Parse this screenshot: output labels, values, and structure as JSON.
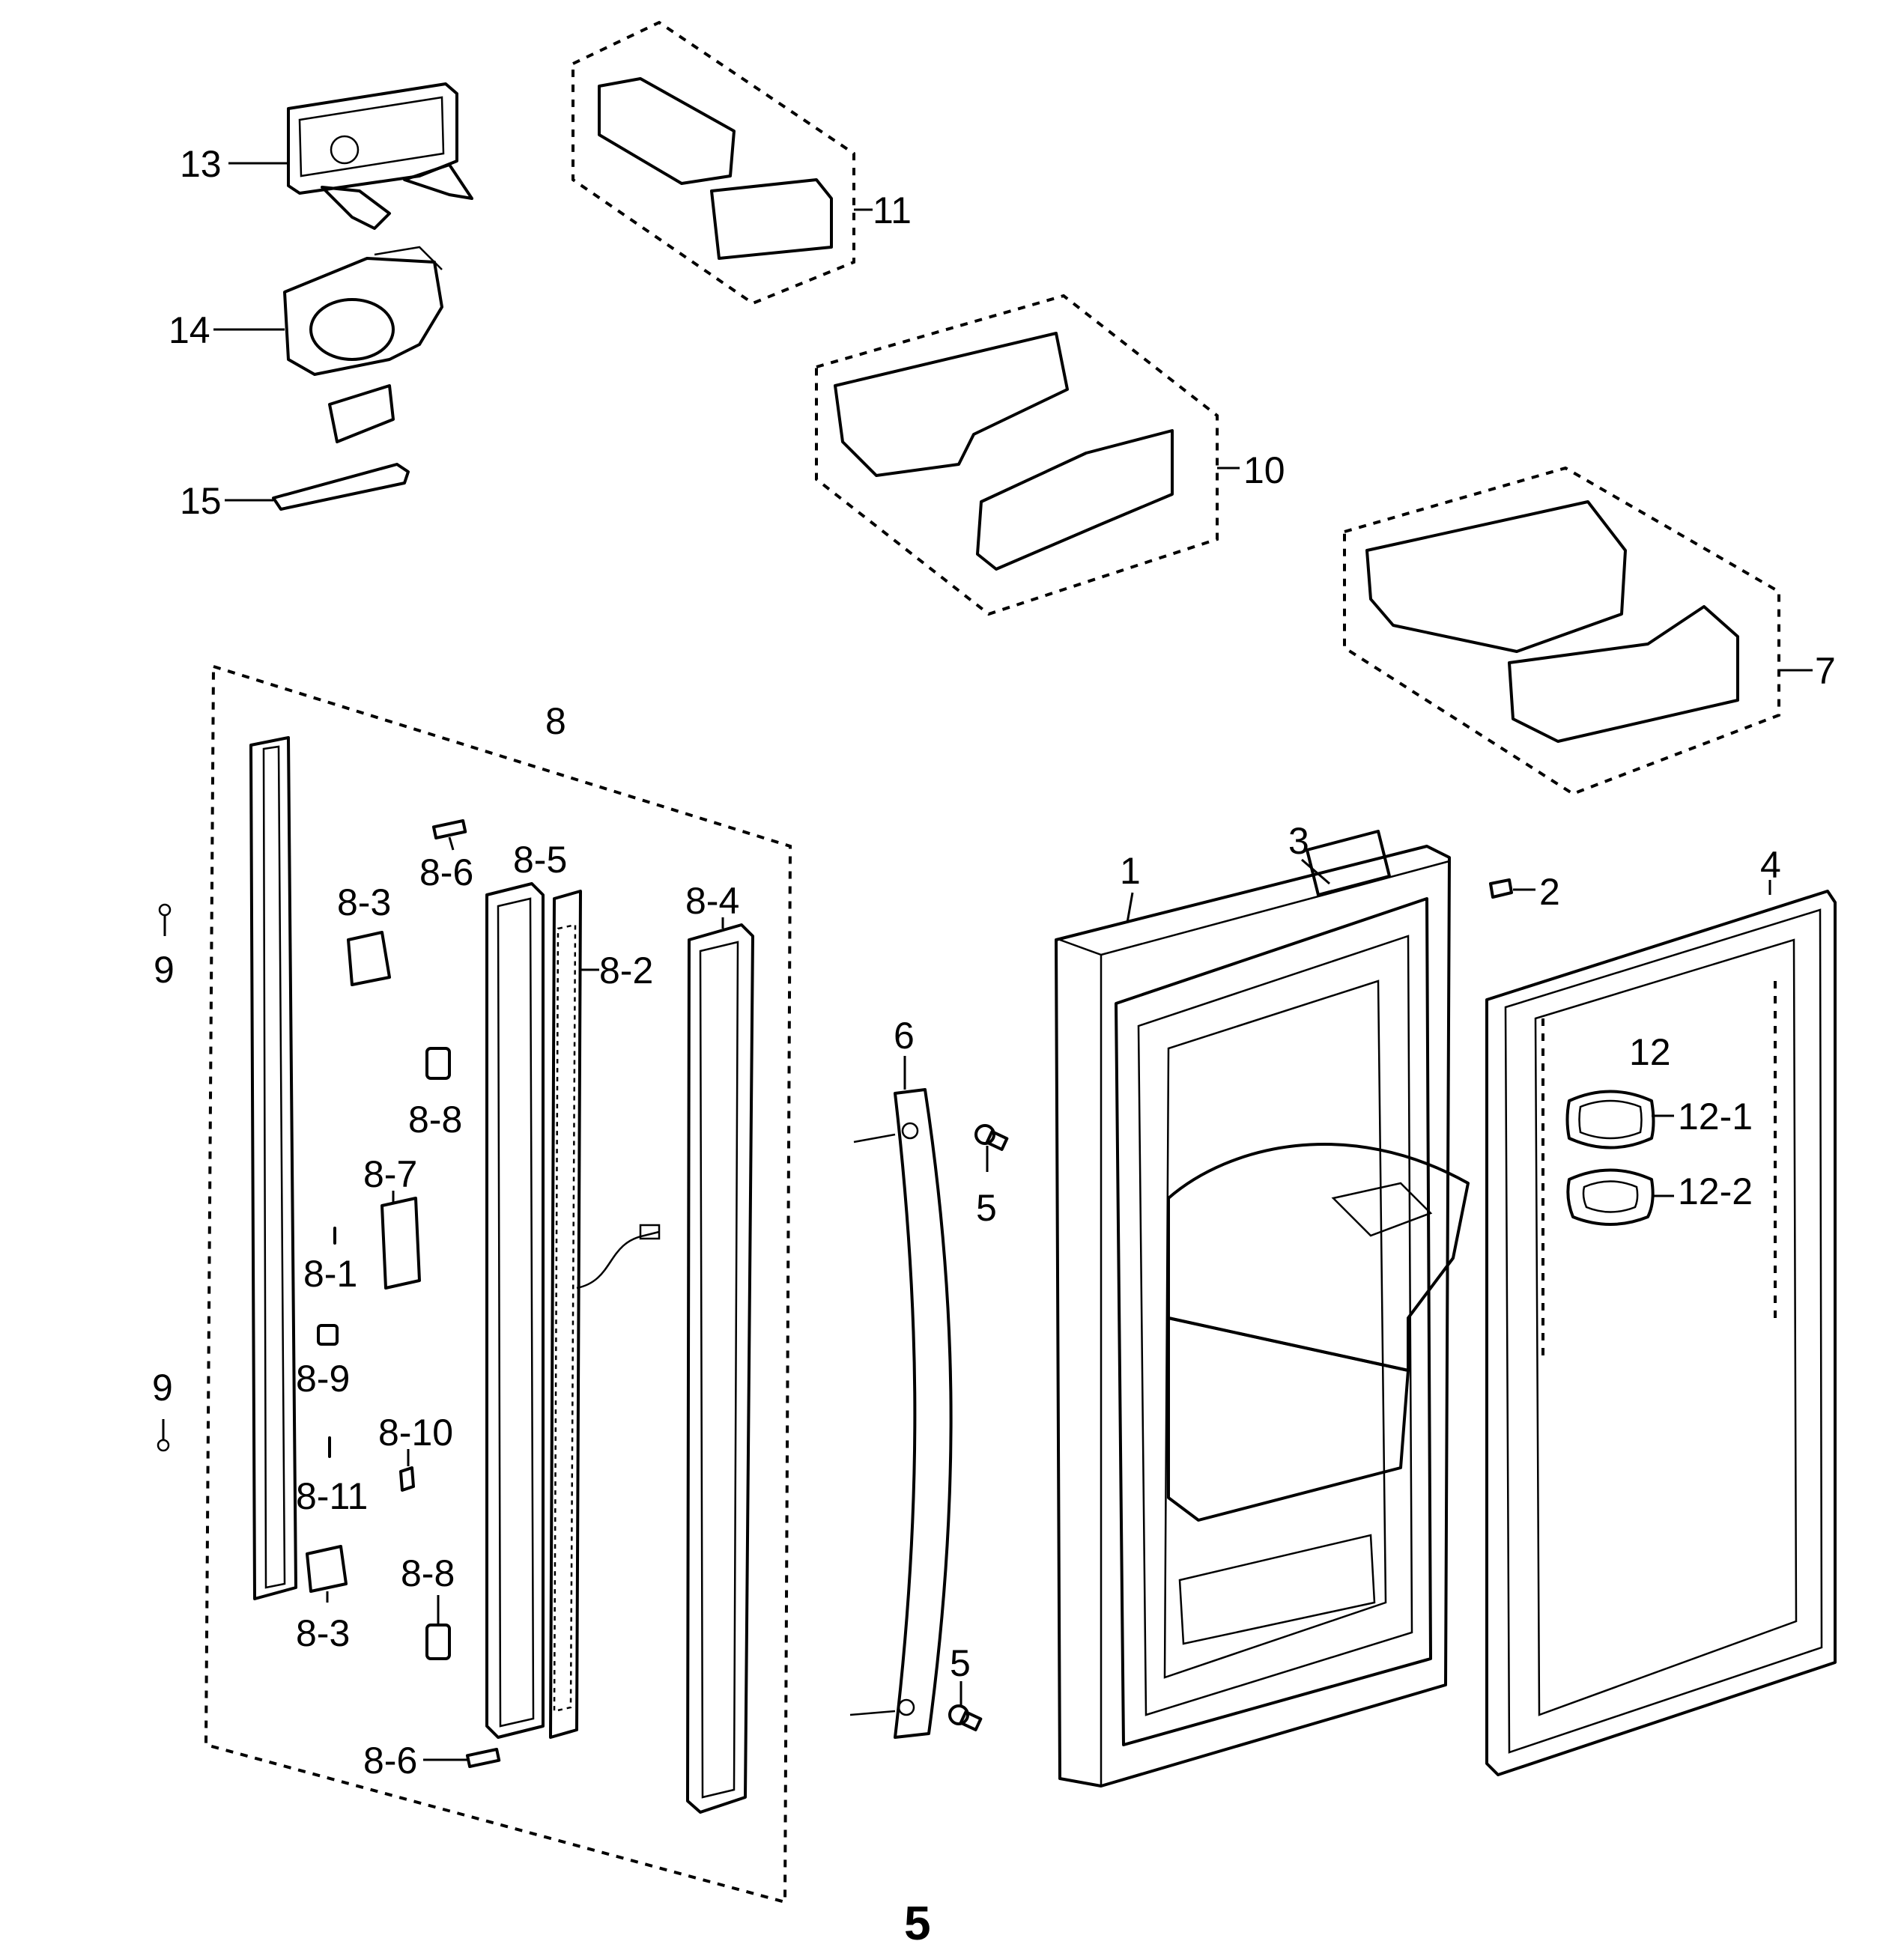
{
  "labels": {
    "l1": "1",
    "l2": "2",
    "l3": "3",
    "l4": "4",
    "l5a": "5",
    "l5b": "5",
    "l6": "6",
    "l7": "7",
    "l8": "8",
    "l8_1": "8-1",
    "l8_2": "8-2",
    "l8_3a": "8-3",
    "l8_3b": "8-3",
    "l8_4": "8-4",
    "l8_5": "8-5",
    "l8_6a": "8-6",
    "l8_6b": "8-6",
    "l8_7": "8-7",
    "l8_8a": "8-8",
    "l8_8b": "8-8",
    "l8_9": "8-9",
    "l8_10": "8-10",
    "l8_11": "8-11",
    "l9a": "9",
    "l9b": "9",
    "l10": "10",
    "l11": "11",
    "l12": "12",
    "l12_1": "12-1",
    "l12_2": "12-2",
    "l13": "13",
    "l14": "14",
    "l15": "15"
  },
  "page_number": "5"
}
